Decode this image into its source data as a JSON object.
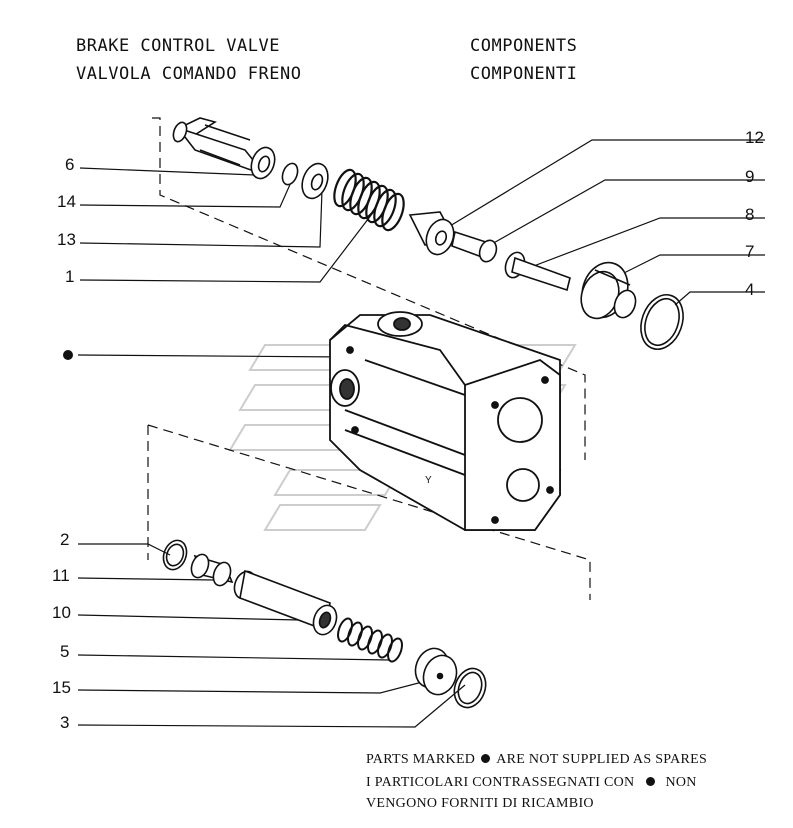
{
  "header": {
    "title_en": "BRAKE CONTROL VALVE",
    "title_it": "VALVOLA COMANDO FRENO",
    "components_en": "COMPONENTS",
    "components_it": "COMPONENTI"
  },
  "callouts": {
    "c6": "6",
    "c14": "14",
    "c13": "13",
    "c1": "1",
    "c12": "12",
    "c9": "9",
    "c8": "8",
    "c7": "7",
    "c4": "4",
    "c2": "2",
    "c11": "11",
    "c10": "10",
    "c5": "5",
    "c15": "15",
    "c3": "3"
  },
  "footnote": {
    "line1_a": "PARTS MARKED",
    "line1_b": "ARE NOT SUPPLIED AS SPARES",
    "line2_a": "I PARTICOLARI CONTRASSEGNATI CON",
    "line2_b": "NON",
    "line3": "VENGONO FORNITI DI RICAMBIO"
  },
  "colors": {
    "ink": "#111111",
    "paper": "#ffffff",
    "watermark": "#c8c8c8"
  }
}
